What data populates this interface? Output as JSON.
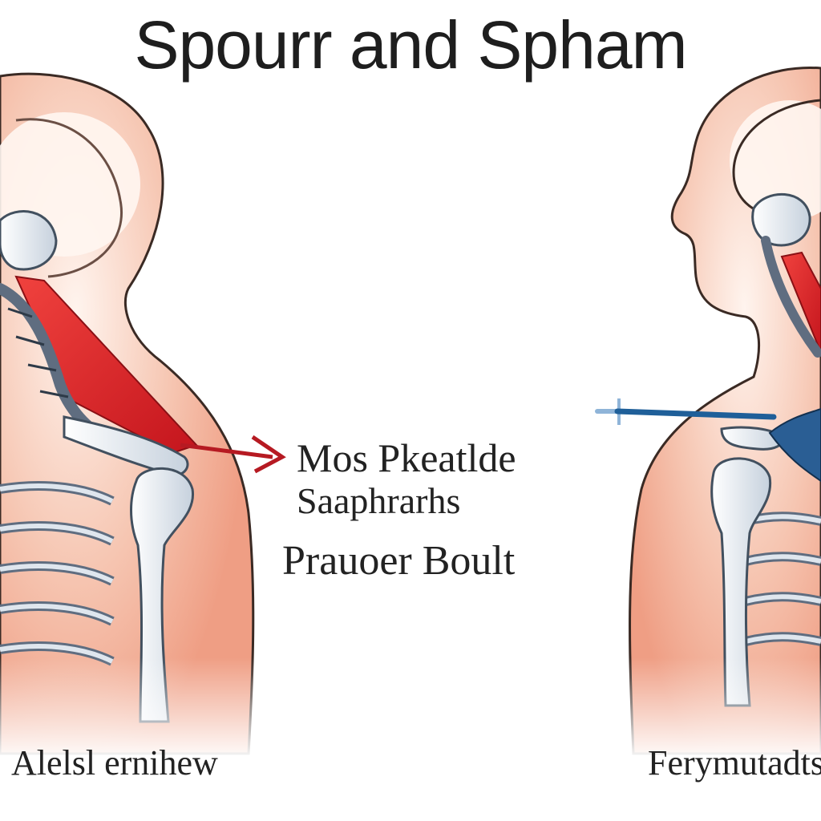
{
  "title": "Spourr and Spham",
  "labels": {
    "center_line_1": "Mos Pkeatlde",
    "center_line_2": "Saaphrarhs",
    "center_line_3": "Prauoer Boult",
    "bottom_left": "Alelsl ernihew",
    "bottom_right": "Ferymutadts"
  },
  "colors": {
    "skin": "#f1b49b",
    "skin_light": "#fbe6dc",
    "muscle_red": "#d9262b",
    "bone": "#e9eef4",
    "bone_outline": "#7f8da1",
    "arrow_red": "#b61a22",
    "arrow_blue": "#1f5f99",
    "text": "#1e1e1e"
  }
}
